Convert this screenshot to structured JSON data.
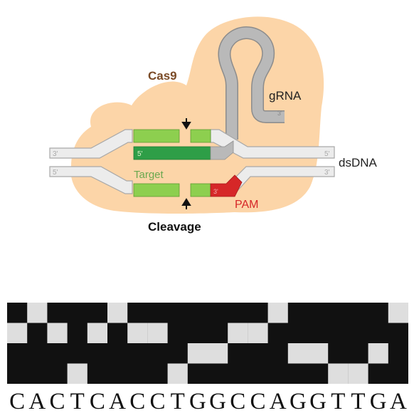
{
  "diagram": {
    "protein_label": "Cas9",
    "grna_label": "gRNA",
    "dsdna_label": "dsDNA",
    "target_label": "Target",
    "pam_label": "PAM",
    "cleavage_label": "Cleavage",
    "end_3prime": "3'",
    "end_5prime": "5'",
    "colors": {
      "cas9_body": "#fcd5a8",
      "cas9_text": "#7a4a26",
      "strand_fill": "#ececec",
      "strand_stroke": "#a8a8a8",
      "grna_fill": "#b9b9b9",
      "target_light_green": "#8dcf4f",
      "spacer_dark_green": "#2e9e47",
      "pam_red": "#d62728",
      "target_text": "#6aa84f",
      "pam_text": "#d62728"
    }
  },
  "encoding": {
    "sequence": "CACTCACCTGGCCAGGTTGA",
    "rows": [
      "A",
      "C",
      "G",
      "T"
    ],
    "colors": {
      "background": "#111111",
      "cell": "#dedede"
    }
  }
}
